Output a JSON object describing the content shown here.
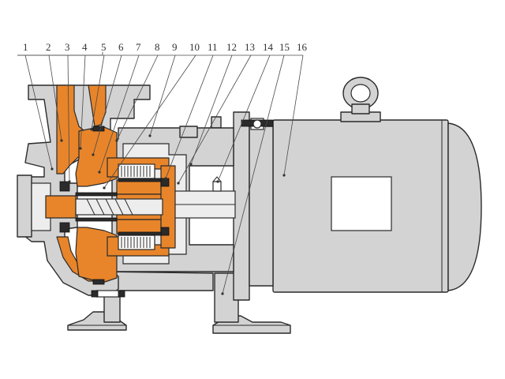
{
  "diagram": {
    "part_numbers": [
      "1",
      "2",
      "3",
      "4",
      "5",
      "6",
      "7",
      "8",
      "9",
      "10",
      "11",
      "12",
      "13",
      "14",
      "15",
      "16"
    ],
    "colors": {
      "housing": "#d3d3d3",
      "magnetic_parts": "#e8852a",
      "motor": "#d3d3d3",
      "leader": "#4a4a4a"
    }
  }
}
